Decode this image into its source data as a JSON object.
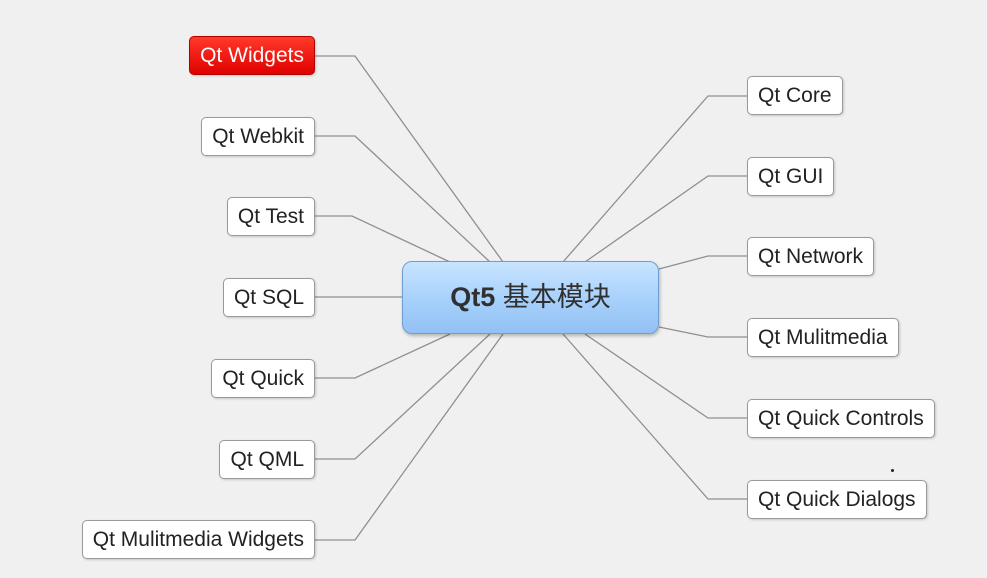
{
  "center": {
    "bold": "Qt5",
    "text": "基本模块"
  },
  "left_nodes": [
    {
      "label": "Qt Widgets",
      "highlighted": true
    },
    {
      "label": "Qt Webkit",
      "highlighted": false
    },
    {
      "label": "Qt Test",
      "highlighted": false
    },
    {
      "label": "Qt SQL",
      "highlighted": false
    },
    {
      "label": "Qt Quick",
      "highlighted": false
    },
    {
      "label": "Qt QML",
      "highlighted": false
    },
    {
      "label": "Qt Mulitmedia Widgets",
      "highlighted": false
    }
  ],
  "right_nodes": [
    {
      "label": "Qt Core"
    },
    {
      "label": "Qt GUI"
    },
    {
      "label": "Qt Network"
    },
    {
      "label": "Qt Mulitmedia"
    },
    {
      "label": "Qt Quick Controls"
    },
    {
      "label": "Qt Quick Dialogs"
    }
  ],
  "colors": {
    "highlight": "#e00000",
    "center_fill": "#a6d0fb",
    "connector": "#8f8f8f"
  }
}
